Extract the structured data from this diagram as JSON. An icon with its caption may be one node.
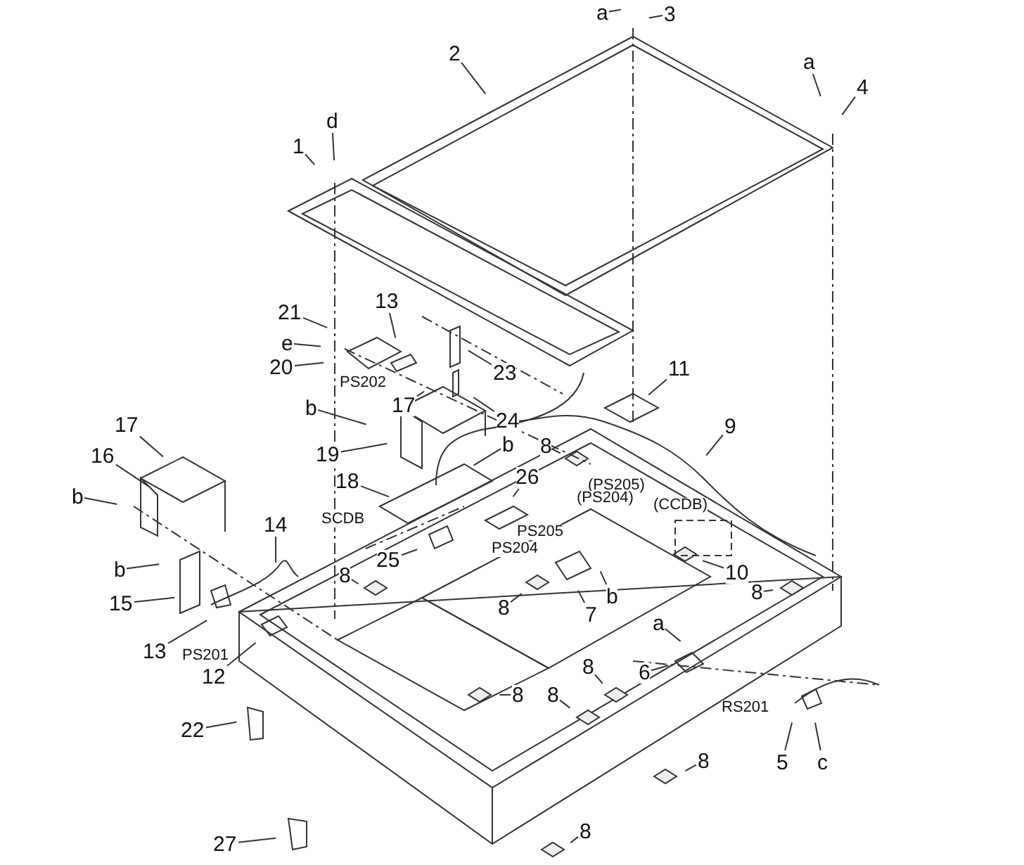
{
  "diagram": {
    "nodes": [
      {
        "text": [
          "1"
        ]
      },
      {
        "text": [
          "d"
        ]
      },
      {
        "text": [
          "2"
        ]
      },
      {
        "text": [
          "a"
        ]
      },
      {
        "text": [
          "3"
        ]
      },
      {
        "text": [
          "a"
        ]
      },
      {
        "text": [
          "4"
        ]
      },
      {
        "text": [
          "21"
        ]
      },
      {
        "text": [
          "e"
        ]
      },
      {
        "text": [
          "13"
        ]
      },
      {
        "text": [
          "20"
        ]
      },
      {
        "text": [
          "23"
        ]
      },
      {
        "text": [
          "17"
        ]
      },
      {
        "text": [
          "24"
        ]
      },
      {
        "text": [
          "b"
        ]
      },
      {
        "text": [
          "19"
        ]
      },
      {
        "text": [
          "b"
        ]
      },
      {
        "text": [
          "11"
        ]
      },
      {
        "text": [
          "9"
        ]
      },
      {
        "text": [
          "18"
        ]
      },
      {
        "text": [
          "26"
        ]
      },
      {
        "text": [
          "8"
        ]
      },
      {
        "text": [
          "25"
        ]
      },
      {
        "text": [
          "17"
        ]
      },
      {
        "text": [
          "16"
        ]
      },
      {
        "text": [
          "b"
        ]
      },
      {
        "text": [
          "14"
        ]
      },
      {
        "text": [
          "10"
        ]
      },
      {
        "text": [
          "8"
        ]
      },
      {
        "text": [
          "b"
        ]
      },
      {
        "text": [
          "15"
        ]
      },
      {
        "text": [
          "8"
        ]
      },
      {
        "text": [
          "8"
        ]
      },
      {
        "text": [
          "7"
        ]
      },
      {
        "text": [
          "b"
        ]
      },
      {
        "text": [
          "13"
        ]
      },
      {
        "text": [
          "12"
        ]
      },
      {
        "text": [
          "a"
        ]
      },
      {
        "text": [
          "6"
        ]
      },
      {
        "text": [
          "8"
        ]
      },
      {
        "text": [
          "8"
        ]
      },
      {
        "text": [
          "8"
        ]
      },
      {
        "text": [
          "22"
        ]
      },
      {
        "text": [
          "5"
        ]
      },
      {
        "text": [
          "c"
        ]
      },
      {
        "text": [
          "8"
        ]
      },
      {
        "text": [
          "27"
        ]
      },
      {
        "text": [
          "8"
        ]
      }
    ],
    "edges": [
      {
        "from": 0,
        "to": null,
        "arrow": "none"
      },
      {
        "from": 1,
        "to": null,
        "arrow": "none"
      },
      {
        "from": 2,
        "to": null,
        "arrow": "none"
      },
      {
        "from": 3,
        "to": null,
        "arrow": "none"
      },
      {
        "from": 4,
        "to": null,
        "arrow": "none"
      },
      {
        "from": 5,
        "to": null,
        "arrow": "none"
      },
      {
        "from": 6,
        "to": null,
        "arrow": "none"
      },
      {
        "from": 7,
        "to": null,
        "arrow": "none"
      },
      {
        "from": 8,
        "to": null,
        "arrow": "none"
      },
      {
        "from": 9,
        "to": null,
        "arrow": "none"
      },
      {
        "from": 10,
        "to": null,
        "arrow": "none"
      },
      {
        "from": 11,
        "to": null,
        "arrow": "none"
      },
      {
        "from": 12,
        "to": null,
        "arrow": "none"
      },
      {
        "from": 13,
        "to": null,
        "arrow": "none"
      },
      {
        "from": 14,
        "to": null,
        "arrow": "none"
      },
      {
        "from": 15,
        "to": null,
        "arrow": "none"
      },
      {
        "from": 16,
        "to": null,
        "arrow": "none"
      },
      {
        "from": 17,
        "to": null,
        "arrow": "none"
      },
      {
        "from": 18,
        "to": null,
        "arrow": "none"
      },
      {
        "from": 19,
        "to": null,
        "arrow": "none"
      },
      {
        "from": 20,
        "to": null,
        "arrow": "none"
      },
      {
        "from": 21,
        "to": null,
        "arrow": "none"
      },
      {
        "from": 22,
        "to": null,
        "arrow": "none"
      },
      {
        "from": 23,
        "to": null,
        "arrow": "none"
      },
      {
        "from": 24,
        "to": null,
        "arrow": "none"
      },
      {
        "from": 25,
        "to": null,
        "arrow": "none"
      },
      {
        "from": 26,
        "to": null,
        "arrow": "none"
      },
      {
        "from": 27,
        "to": null,
        "arrow": "none"
      },
      {
        "from": 28,
        "to": null,
        "arrow": "none"
      },
      {
        "from": 29,
        "to": null,
        "arrow": "none"
      },
      {
        "from": 30,
        "to": null,
        "arrow": "none"
      },
      {
        "from": 31,
        "to": null,
        "arrow": "none"
      },
      {
        "from": 32,
        "to": null,
        "arrow": "none"
      },
      {
        "from": 33,
        "to": null,
        "arrow": "none"
      },
      {
        "from": 34,
        "to": null,
        "arrow": "none"
      },
      {
        "from": 35,
        "to": null,
        "arrow": "none"
      },
      {
        "from": 36,
        "to": null,
        "arrow": "none"
      },
      {
        "from": 37,
        "to": null,
        "arrow": "none"
      },
      {
        "from": 38,
        "to": null,
        "arrow": "none"
      },
      {
        "from": 39,
        "to": null,
        "arrow": "none"
      },
      {
        "from": 40,
        "to": null,
        "arrow": "none"
      },
      {
        "from": 41,
        "to": null,
        "arrow": "none"
      },
      {
        "from": 42,
        "to": null,
        "arrow": "none"
      },
      {
        "from": 43,
        "to": null,
        "arrow": "none"
      },
      {
        "from": 44,
        "to": null,
        "arrow": "none"
      },
      {
        "from": 45,
        "to": null,
        "arrow": "none"
      },
      {
        "from": 46,
        "to": null,
        "arrow": "none"
      },
      {
        "from": 47,
        "to": null,
        "arrow": "none"
      }
    ],
    "labels": [
      "PS202",
      "SCDB",
      "(PS205)",
      "(PS204)",
      "(CCDB)",
      "PS205",
      "PS204",
      "PS201",
      "RS201"
    ]
  }
}
